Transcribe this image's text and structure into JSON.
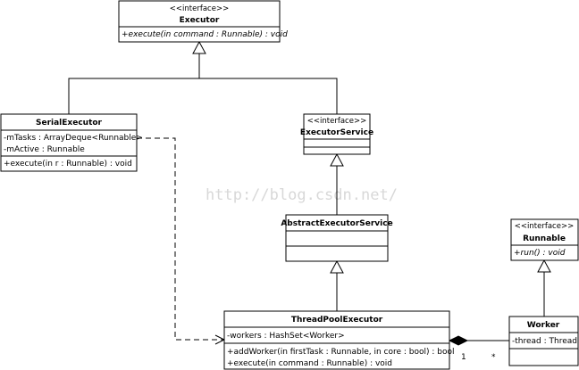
{
  "watermark": "http://blog.csdn.net/",
  "classes": {
    "executor": {
      "stereotype": "<<interface>>",
      "name": "Executor",
      "operations": [
        "+execute(in command : Runnable) : void"
      ]
    },
    "serial_executor": {
      "name": "SerialExecutor",
      "attributes": [
        "-mTasks : ArrayDeque<Runnable>",
        "-mActive : Runnable"
      ],
      "operations": [
        "+execute(in r : Runnable) : void"
      ]
    },
    "executor_service": {
      "stereotype": "<<interface>>",
      "name": "ExecutorService"
    },
    "abstract_executor_service": {
      "name": "AbstractExecutorService"
    },
    "runnable": {
      "stereotype": "<<interface>>",
      "name": "Runnable",
      "operations": [
        "+run() : void"
      ]
    },
    "thread_pool_executor": {
      "name": "ThreadPoolExecutor",
      "attributes": [
        "-workers : HashSet<Worker>"
      ],
      "operations": [
        "+addWorker(in firstTask : Runnable, in core : bool) : bool",
        "+execute(in command : Runnable) : void"
      ]
    },
    "worker": {
      "name": "Worker",
      "attributes": [
        "-thread : Thread"
      ]
    }
  },
  "associations": {
    "composition_multiplicity_owner": "1",
    "composition_multiplicity_part": "*"
  }
}
